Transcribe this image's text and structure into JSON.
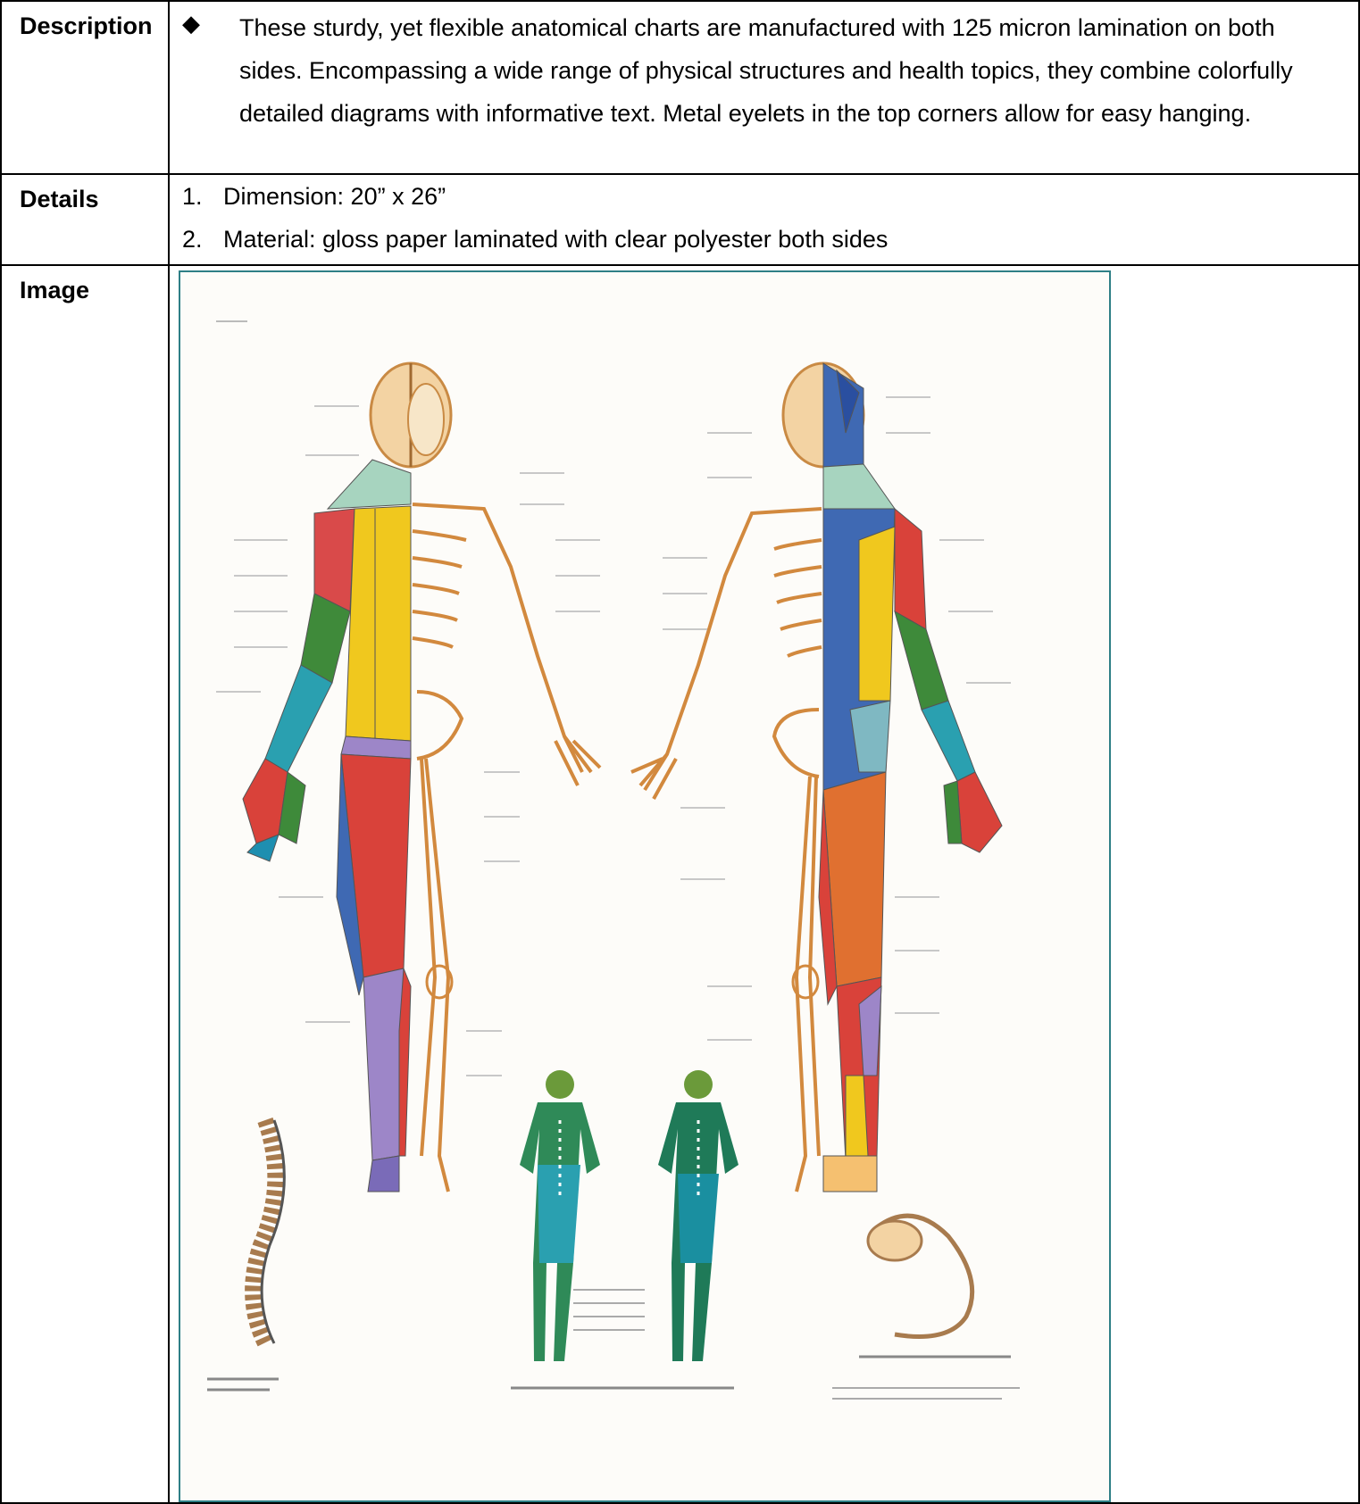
{
  "rows": {
    "description": {
      "label": "Description",
      "bullet": "◆",
      "text": "These sturdy, yet flexible anatomical charts are manufactured with 125 micron lamination on both sides. Encompassing a wide range of physical structures and health topics, they combine colorfully detailed diagrams with informative text. Metal eyelets in the top corners allow for easy hanging."
    },
    "details": {
      "label": "Details",
      "items": [
        {
          "num": "1.",
          "text": "Dimension: 20” x 26”"
        },
        {
          "num": "2.",
          "text": "Material: gloss paper laminated with clear polyester both sides"
        }
      ]
    },
    "image": {
      "label": "Image",
      "picture": "anatomical-chart-dermatomes"
    }
  },
  "colors": {
    "frame": "#2e7f86",
    "bone": "#e8a55a",
    "yellow": "#f0c81e",
    "red": "#d9423a",
    "blue": "#3f69b3",
    "green": "#3e8a3a",
    "teal": "#2aa0b0",
    "purple": "#9d86c8"
  }
}
